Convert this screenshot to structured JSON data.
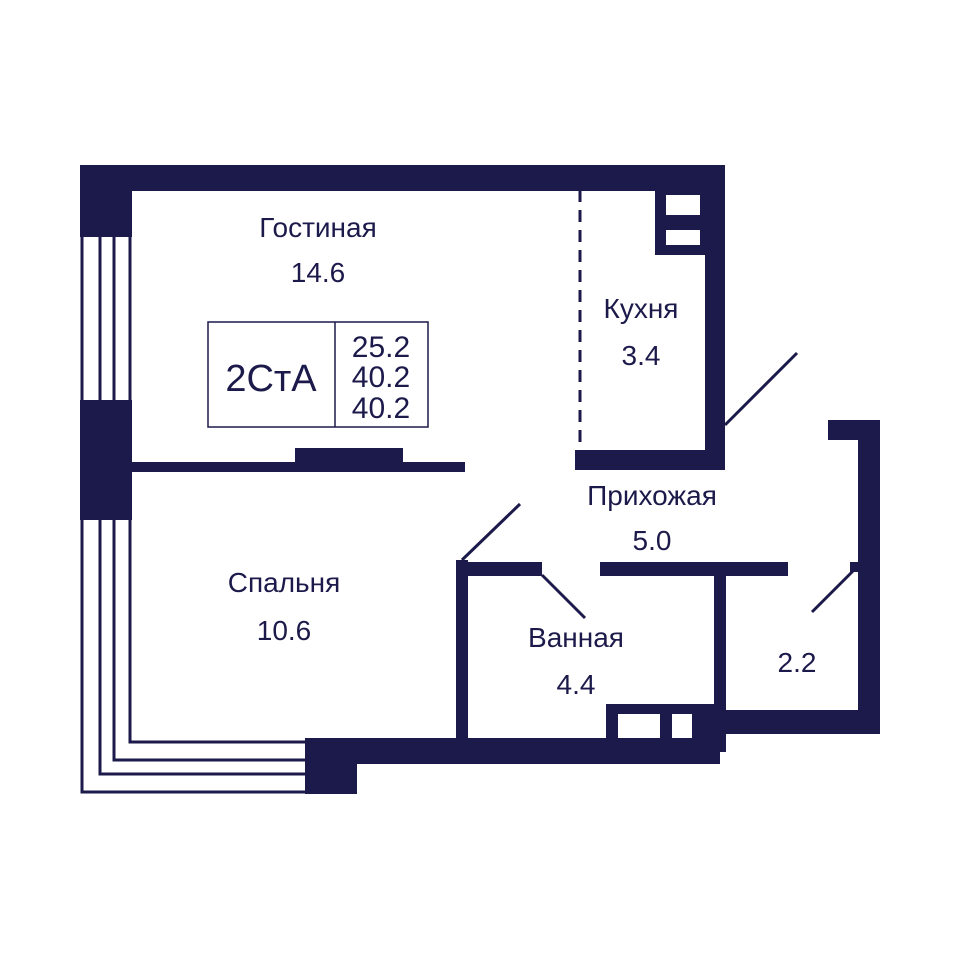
{
  "colors": {
    "wall": "#1c1a4a",
    "floor": "#ffffff",
    "line": "#1c1a4a"
  },
  "apartment": {
    "code": "2СтА",
    "areas": [
      "25.2",
      "40.2",
      "40.2"
    ]
  },
  "rooms": [
    {
      "id": "living",
      "name": "Гостиная",
      "area": "14.6"
    },
    {
      "id": "kitchen",
      "name": "Кухня",
      "area": "3.4"
    },
    {
      "id": "hallway",
      "name": "Прихожая",
      "area": "5.0"
    },
    {
      "id": "bedroom",
      "name": "Спальня",
      "area": "10.6"
    },
    {
      "id": "bathroom",
      "name": "Ванная",
      "area": "4.4"
    },
    {
      "id": "storage",
      "name": "",
      "area": "2.2"
    }
  ]
}
